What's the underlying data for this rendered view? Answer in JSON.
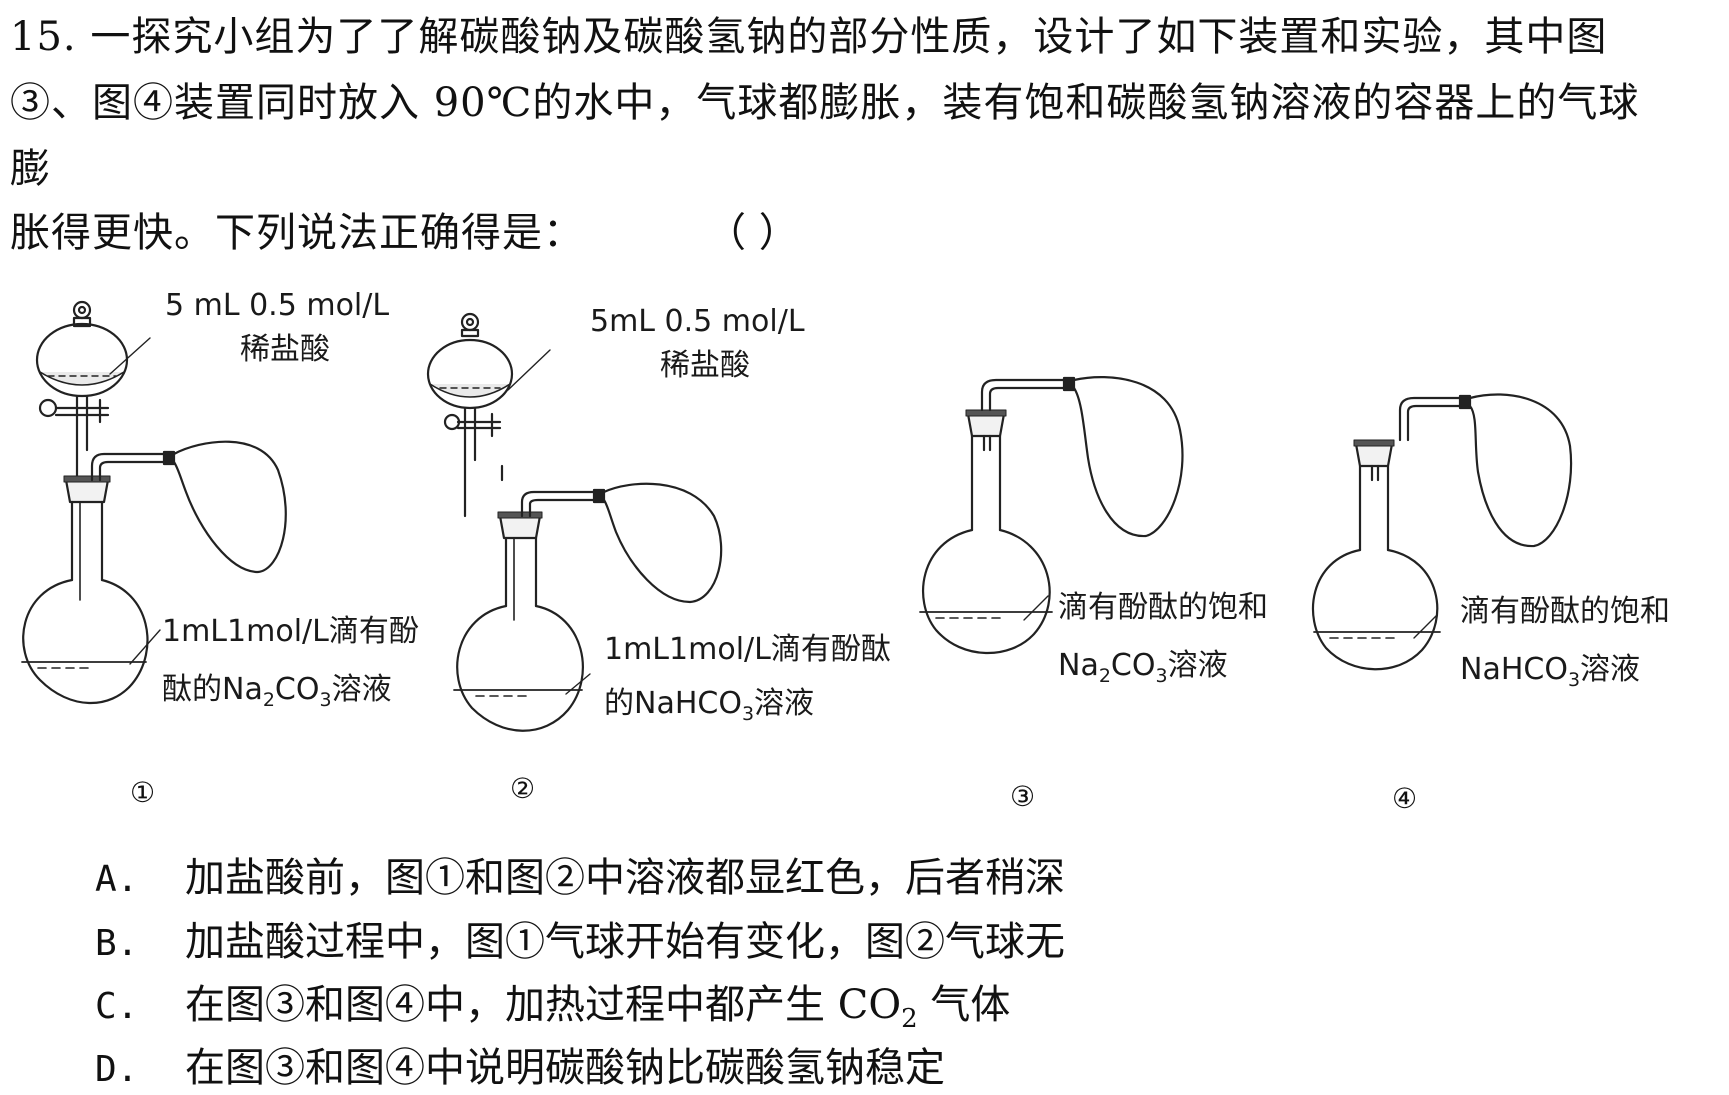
{
  "question": {
    "line1": "15. 一探究小组为了了解碳酸钠及碳酸氢钠的部分性质，设计了如下装置和实验，其中图",
    "line2": "③、图④装置同时放入 90℃的水中，气球都膨胀，装有饱和碳酸氢钠溶液的容器上的气球",
    "line3": "膨",
    "line4": "胀得更快。下列说法正确得是：",
    "answer_paren": "（ ）"
  },
  "figures": [
    {
      "number": "①",
      "top_label_qty": "5 mL 0.5 mol/L",
      "top_label_name": "稀盐酸",
      "bottom_label_line1": "1mL1mol/L滴有酚",
      "bottom_label_line2_pre": "酞的Na",
      "bottom_label_line2_sub1": "2",
      "bottom_label_line2_mid": "CO",
      "bottom_label_line2_sub2": "3",
      "bottom_label_line2_post": "溶液"
    },
    {
      "number": "②",
      "top_label_qty": "5mL 0.5 mol/L",
      "top_label_name": "稀盐酸",
      "bottom_label_line1": "1mL1mol/L滴有酚酞",
      "bottom_label_line2_pre": "的NaHCO",
      "bottom_label_line2_sub": "3",
      "bottom_label_line2_post": "溶液"
    },
    {
      "number": "③",
      "label_line1": "滴有酚酞的饱和",
      "label_line2_pre": "Na",
      "label_line2_sub1": "2",
      "label_line2_mid": "CO",
      "label_line2_sub2": "3",
      "label_line2_post": "溶液"
    },
    {
      "number": "④",
      "label_line1": "滴有酚酞的饱和",
      "label_line2_pre": "NaHCO",
      "label_line2_sub": "3",
      "label_line2_post": "溶液"
    }
  ],
  "options": [
    {
      "letter": "A.",
      "text": "加盐酸前，图①和图②中溶液都显红色，后者稍深"
    },
    {
      "letter": "B.",
      "text": "加盐酸过程中，图①气球开始有变化，图②气球无"
    },
    {
      "letter": "C.",
      "text_pre": "在图③和图④中，加热过程中都产生 CO",
      "text_sub": "2",
      "text_post": " 气体"
    },
    {
      "letter": "D.",
      "text": "在图③和图④中说明碳酸钠比碳酸氢钠稳定"
    }
  ]
}
